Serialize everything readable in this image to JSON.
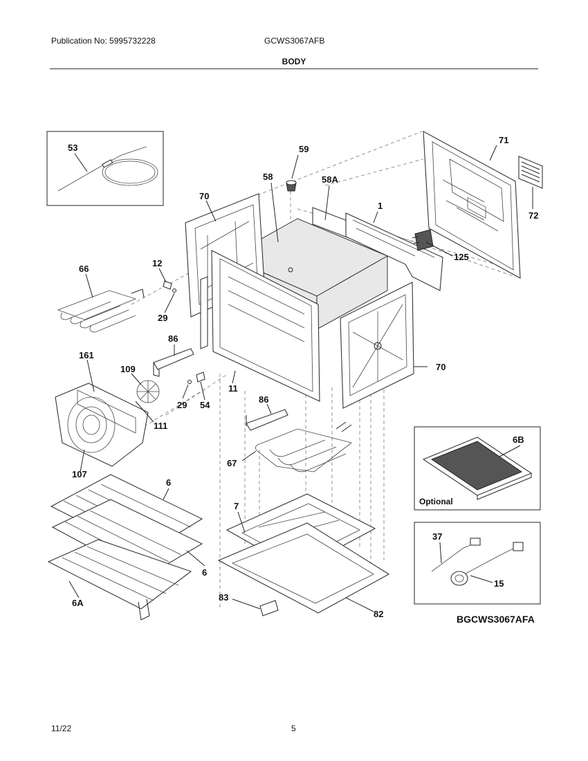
{
  "header": {
    "publication": "Publication No: 5995732228",
    "model": "GCWS3067AFB",
    "title": "BODY"
  },
  "footer": {
    "date": "11/22",
    "page": "5"
  },
  "diagram_code": "BGCWS3067AFA",
  "optional_label": "Optional",
  "callouts": {
    "c53": "53",
    "c59": "59",
    "c58": "58",
    "c58a": "58A",
    "c1": "1",
    "c71": "71",
    "c72": "72",
    "c70a": "70",
    "c70b": "70",
    "c125": "125",
    "c12": "12",
    "c66": "66",
    "c29a": "29",
    "c29b": "29",
    "c86a": "86",
    "c86b": "86",
    "c161": "161",
    "c109": "109",
    "c11": "11",
    "c54": "54",
    "c111": "111",
    "c67": "67",
    "c107": "107",
    "c6a": "6",
    "c6b": "6",
    "c6A": "6A",
    "c7": "7",
    "c83": "83",
    "c82": "82",
    "c6B": "6B",
    "c37": "37",
    "c15": "15"
  }
}
